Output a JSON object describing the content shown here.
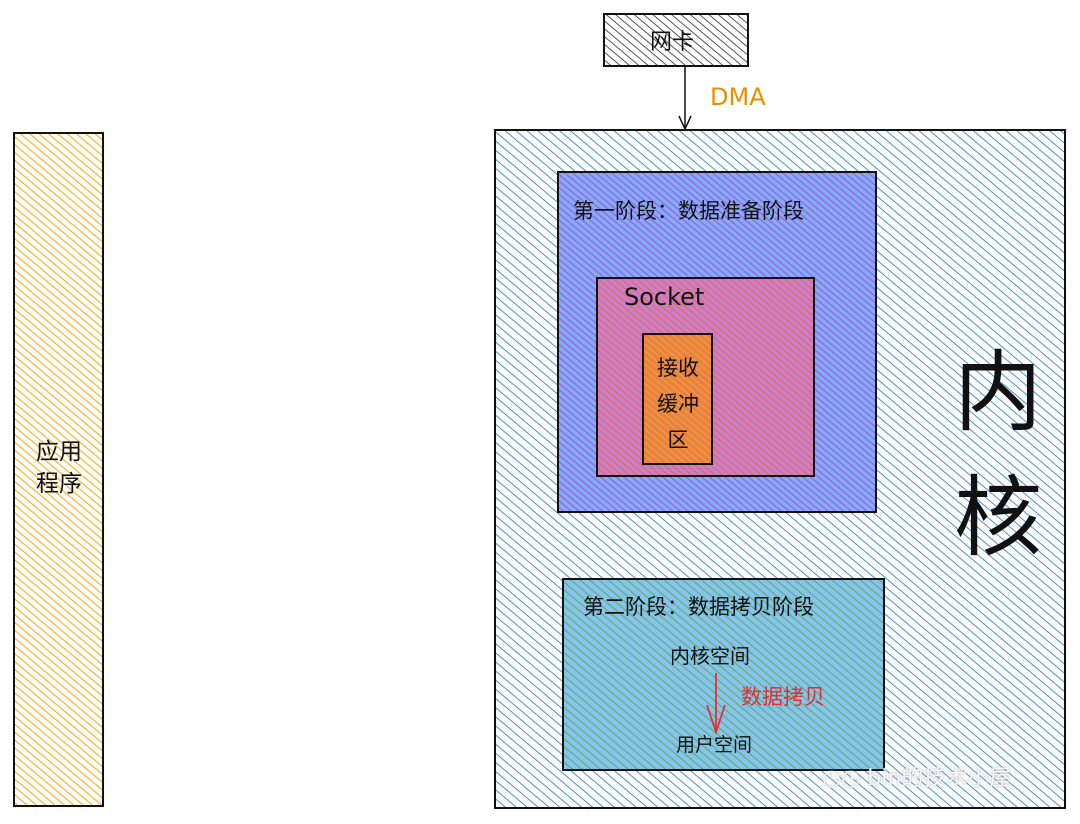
{
  "app": {
    "label_line1": "应用",
    "label_line2": "程序",
    "color": "#f5b731"
  },
  "nic": {
    "label": "网卡",
    "color": "#555555"
  },
  "dma": {
    "label": "DMA",
    "color": "#f08c00"
  },
  "kernel": {
    "label_char1": "内",
    "label_char2": "核",
    "color": "#4a90d9"
  },
  "phase1": {
    "title": "第一阶段：数据准备阶段",
    "color": "#a855f7"
  },
  "socket": {
    "label": "Socket",
    "color": "#f06a3a"
  },
  "receive_buffer": {
    "line1": "接收",
    "line2": "缓冲",
    "line3": "区",
    "color": "#f5a020"
  },
  "phase2": {
    "title": "第二阶段：数据拷贝阶段",
    "from": "内核空间",
    "copy_label": "数据拷贝",
    "to": "用户空间",
    "color": "#4cbb6c",
    "copy_color": "#e03131"
  },
  "watermark": {
    "text": "bin的技术小屋"
  }
}
